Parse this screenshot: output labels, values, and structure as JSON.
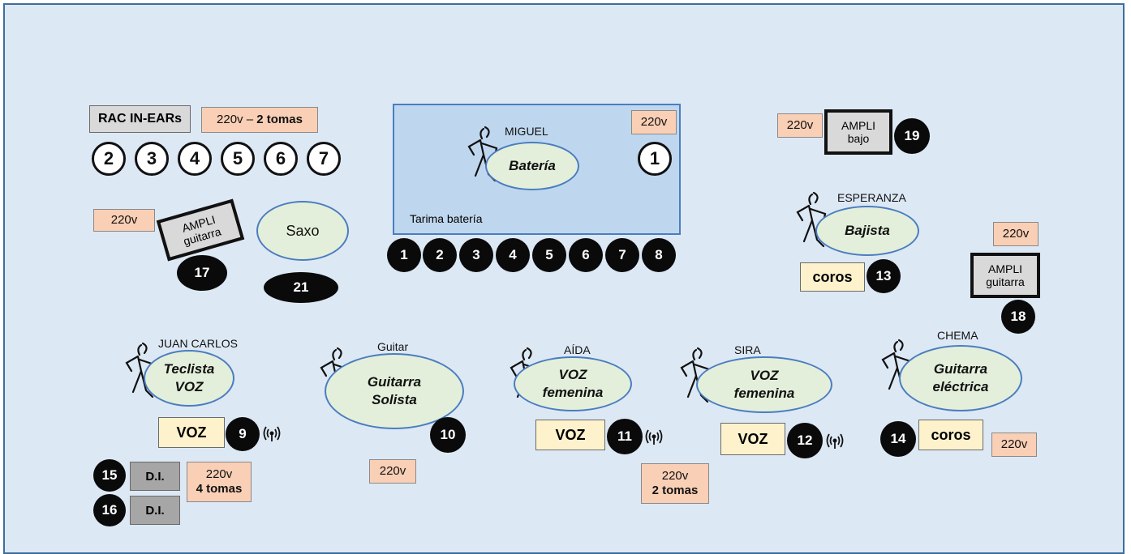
{
  "rack": {
    "label": "RAC IN-EARs",
    "power_pre": "220v – ",
    "power_bold": "2 tomas",
    "monitors": [
      "2",
      "3",
      "4",
      "5",
      "6",
      "7"
    ]
  },
  "drum_riser": {
    "label": "Tarima batería",
    "name": "MIGUEL",
    "role": "Batería",
    "power": "220v",
    "monitor": "1",
    "channels": [
      "1",
      "2",
      "3",
      "4",
      "5",
      "6",
      "7",
      "8"
    ]
  },
  "bass_amp": {
    "power": "220v",
    "amp_line1": "AMPLI",
    "amp_line2": "bajo",
    "num": "19"
  },
  "bassist": {
    "name": "ESPERANZA",
    "role": "Bajista",
    "coros": "coros",
    "num": "13"
  },
  "guitar_amp_left": {
    "power": "220v",
    "amp_line1": "AMPLI",
    "amp_line2": "guitarra",
    "num": "17"
  },
  "sax": {
    "role": "Saxo",
    "num": "21"
  },
  "guitar_amp_right": {
    "power": "220v",
    "amp_line1": "AMPLI",
    "amp_line2": "guitarra",
    "num": "18"
  },
  "keys": {
    "name": "JUAN CARLOS",
    "role_line1": "Teclista",
    "role_line2": "VOZ",
    "voz": "VOZ",
    "num": "9"
  },
  "lead_guitar": {
    "name": "Guitar",
    "role_line1": "Guitarra",
    "role_line2": "Solista",
    "num": "10",
    "power": "220v"
  },
  "aida": {
    "name": "AÍDA",
    "role_line1": "VOZ",
    "role_line2": "femenina",
    "voz": "VOZ",
    "num": "11"
  },
  "sira": {
    "name": "SIRA",
    "role_line1": "VOZ",
    "role_line2": "femenina",
    "voz": "VOZ",
    "num": "12"
  },
  "power_2tomas": {
    "line1": "220v",
    "line2": "2 tomas"
  },
  "chema": {
    "name": "CHEMA",
    "role_line1": "Guitarra",
    "role_line2": "eléctrica",
    "coros": "coros",
    "num": "14",
    "power": "220v"
  },
  "di": {
    "num1": "15",
    "num2": "16",
    "label": "D.I.",
    "power_line1": "220v",
    "power_line2": "4 tomas"
  },
  "icons": {
    "person": "person-figure-icon",
    "wireless": "wireless-antenna-icon"
  }
}
